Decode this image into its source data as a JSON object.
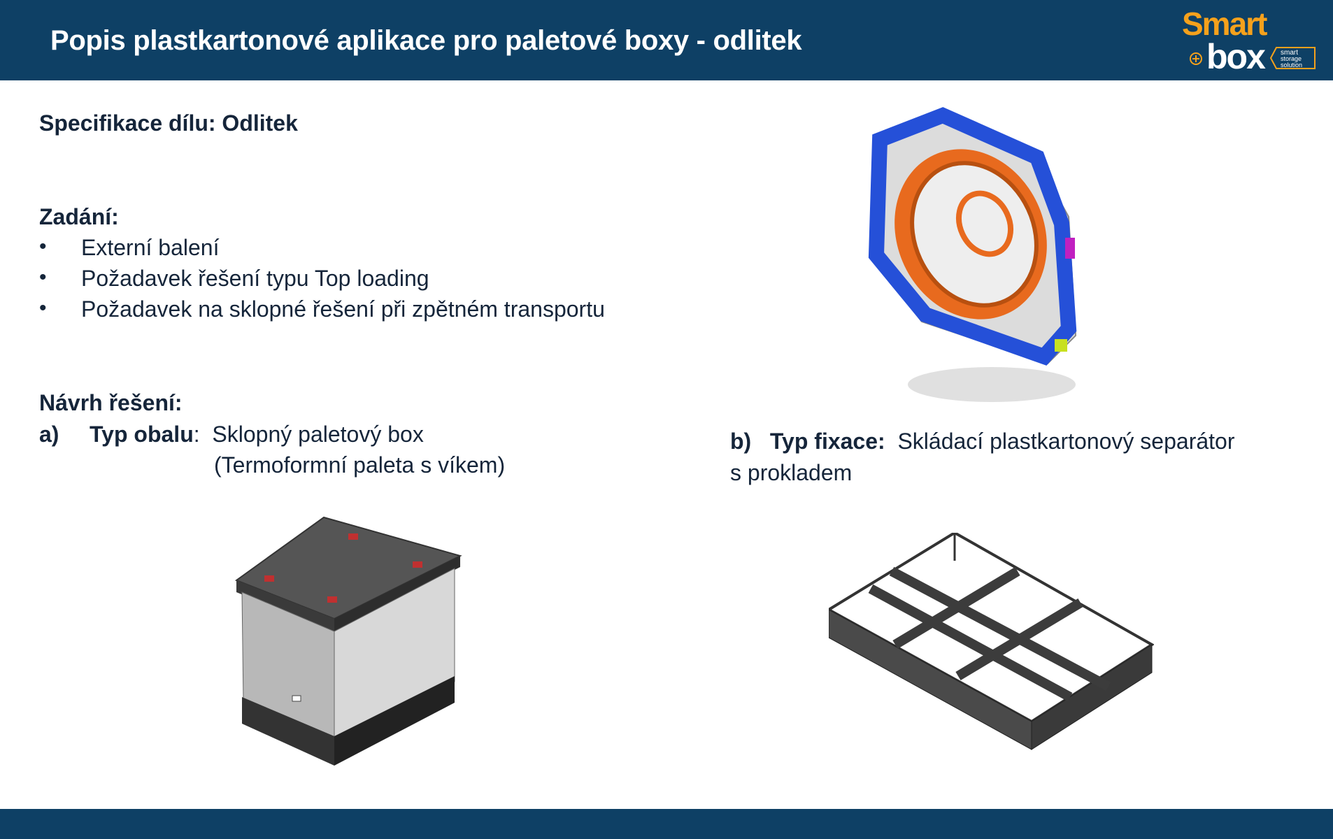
{
  "header": {
    "title": "Popis plastkartonové aplikace pro paletové boxy - odlitek",
    "logo": {
      "word1": "Smart",
      "word2": "box",
      "tagline": "smart storage solution"
    }
  },
  "spec": {
    "label": "Specifikace dílu: Odlitek"
  },
  "assignment": {
    "heading": "Zadání:",
    "bullet": "•",
    "items": [
      "Externí balení",
      "Požadavek řešení typu Top loading",
      "Požadavek na sklopné řešení při zpětném transportu"
    ]
  },
  "proposal": {
    "heading": "Návrh řešení:",
    "a": {
      "marker": "a)",
      "label": "Typ obalu",
      "colon": ":",
      "value": "Sklopný paletový box",
      "value2": "(Termoformní paleta s víkem)"
    },
    "b": {
      "marker": "b)",
      "label": "Typ fixace:",
      "value": "Skládací plastkartonový separátor",
      "value2": "s prokladem"
    }
  },
  "colors": {
    "brand": "#0e4065",
    "accent": "#f5a11c",
    "text": "#15253a"
  }
}
